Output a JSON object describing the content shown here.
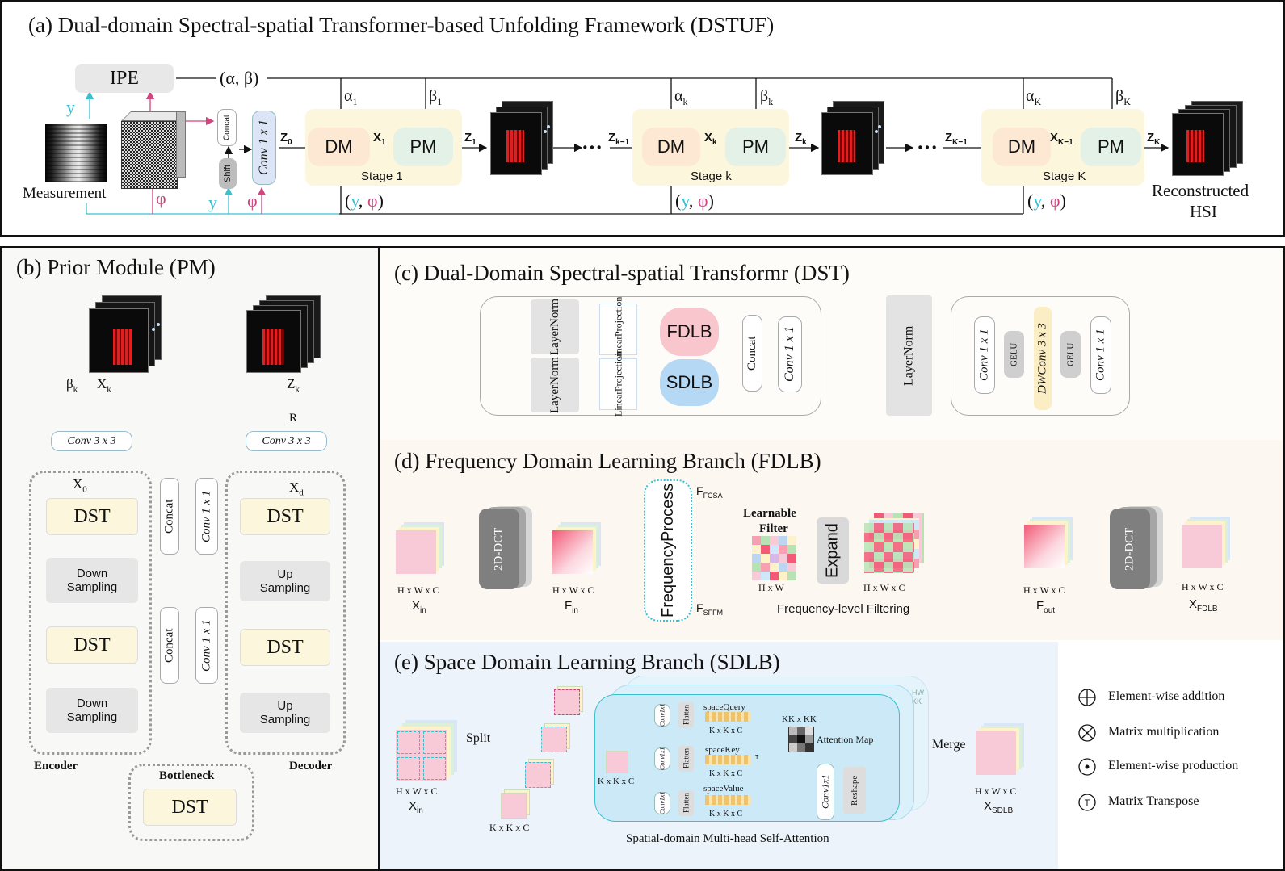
{
  "panels": {
    "a": "(a) Dual-domain Spectral-spatial Transformer-based Unfolding Framework (DSTUF)",
    "b": "(b) Prior Module (PM)",
    "c": "(c) Dual-Domain Spectral-spatial Transformr (DST)",
    "d": "(d) Frequency Domain Learning Branch (FDLB)",
    "e": "(e) Space Domain Learning Branch (SDLB)"
  },
  "a": {
    "ipe": "IPE",
    "alpha_beta": "(α, β)",
    "y": "y",
    "phi": "φ",
    "measurement": "Measurement",
    "concat": "Concat",
    "shift": "Shift",
    "conv1x1": "Conv 1 x 1",
    "z0": "Z",
    "z0_sub": "0",
    "dm": "DM",
    "pm": "PM",
    "x1": "X",
    "x1_sub": "1",
    "z1": "Z",
    "z1_sub": "1",
    "alpha1": "α",
    "alpha1_sub": "1",
    "beta1": "β",
    "beta1_sub": "1",
    "alphak": "α",
    "alphak_sub": "k",
    "betak": "β",
    "betak_sub": "k",
    "alphaK": "α",
    "alphaK_sub": "K",
    "betaK": "β",
    "betaK_sub": "K",
    "stage1": "Stage 1",
    "stagek": "Stage k",
    "stageK": "Stage K",
    "dots": "···",
    "zkm1": "Z",
    "zkm1_sub": "k−1",
    "xk": "X",
    "xk_sub": "k",
    "zk": "Z",
    "zk_sub": "k",
    "zKm1": "Z",
    "zKm1_sub": "K−1",
    "xKm1": "X",
    "xKm1_sub": "K−1",
    "zK": "Z",
    "zK_sub": "K",
    "y_phi_open": "(",
    "y_phi_comma": ", ",
    "y_phi_close": ")",
    "reconstructed": "Reconstructed",
    "hsi": "HSI"
  },
  "b": {
    "beta": "β",
    "beta_sub": "k",
    "xk": "X",
    "xk_sub": "k",
    "zk": "Z",
    "zk_sub": "k",
    "r": "R",
    "conv3": "Conv 3 x 3",
    "x0": "X",
    "x0_sub": "0",
    "xd": "X",
    "xd_sub": "d",
    "dst": "DST",
    "down1": "Down",
    "down2": "Sampling",
    "up1": "Up",
    "up2": "Sampling",
    "concat": "Concat",
    "conv1": "Conv 1 x 1",
    "encoder": "Encoder",
    "decoder": "Decoder",
    "bottleneck": "Bottleneck"
  },
  "c": {
    "layer1": "Layer",
    "layer2": "Norm",
    "lin1": "Linear",
    "lin2": "Projection",
    "fdlb": "FDLB",
    "sdlb": "SDLB",
    "concat": "Concat",
    "conv1": "Conv 1 x 1",
    "gelu": "GELU",
    "dwconv": "DWConv 3 x 3"
  },
  "d": {
    "xin": "X",
    "xin_sub": "in",
    "hwc": "H x W x C",
    "hw": "H x W",
    "dct": "2D-DCT",
    "fin": "F",
    "fin_sub": "in",
    "fp1": "Frequency",
    "fp2": "Process",
    "ffcsa": "F",
    "ffcsa_sub": "FCSA",
    "fsffm": "F",
    "fsffm_sub": "SFFM",
    "lf1": "Learnable",
    "lf2": "Filter",
    "expand": "Expand",
    "freq_filter": "Frequency-level Filtering",
    "fout": "F",
    "fout_sub": "out",
    "xfdlb": "X",
    "xfdlb_sub": "FDLB"
  },
  "e": {
    "xin": "X",
    "xin_sub": "in",
    "hwc": "H x W x C",
    "split": "Split",
    "kkc": "K x K x C",
    "conv": "Conv1x1",
    "flatten": "Flatten",
    "query": "spaceQuery",
    "key": "spaceKey",
    "value": "spaceValue",
    "kkxkk": "KK x KK",
    "attn_map": "Attention Map",
    "reshape": "Reshape",
    "merge": "Merge",
    "xsdlb": "X",
    "xsdlb_sub": "SDLB",
    "msa": "Spatial-domain Multi-head Self-Attention",
    "hw": "HW",
    "kk": "KK",
    "t": "T"
  },
  "legend": {
    "add": "Element-wise addition",
    "mul": "Matrix multiplication",
    "prod": "Element-wise production",
    "trans": "Matrix Transpose"
  },
  "colors": {
    "dm": "#fde8d4",
    "pm": "#e3f1e6",
    "stage": "#fcf7dc",
    "dst": "#fcf6dc",
    "fdlb": "#f9c6cd",
    "sdlb": "#b5d8f5",
    "cyan": "#3cbfcf",
    "magenta": "#d1457e"
  }
}
